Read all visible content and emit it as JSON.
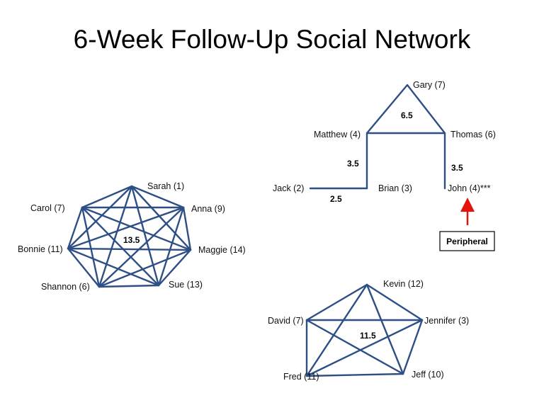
{
  "title": "6-Week Follow-Up Social Network",
  "colors": {
    "edge": "#2e4f86",
    "arrow": "#e3120b",
    "text": "#000000"
  },
  "clusters": {
    "heptagon": {
      "density": "13.5",
      "nodes": [
        "Sarah (1)",
        "Anna (9)",
        "Maggie (14)",
        "Sue (13)",
        "Shannon (6)",
        "Bonnie (11)",
        "Carol (7)"
      ]
    },
    "pentagon": {
      "density": "11.5",
      "nodes": [
        "Kevin (12)",
        "Jennifer (3)",
        "Jeff (10)",
        "Fred (11)",
        "David (7)"
      ]
    },
    "chain": {
      "nodes": {
        "gary": "Gary (7)",
        "matthew": "Matthew (4)",
        "thomas": "Thomas (6)",
        "jack": "Jack (2)",
        "brian": "Brian (3)",
        "john": "John (4)***"
      },
      "values": {
        "triangle": "6.5",
        "matthew_brian": "3.5",
        "thomas_john": "3.5",
        "jack_brian": "2.5"
      }
    }
  },
  "callout": {
    "label": "Peripheral"
  }
}
